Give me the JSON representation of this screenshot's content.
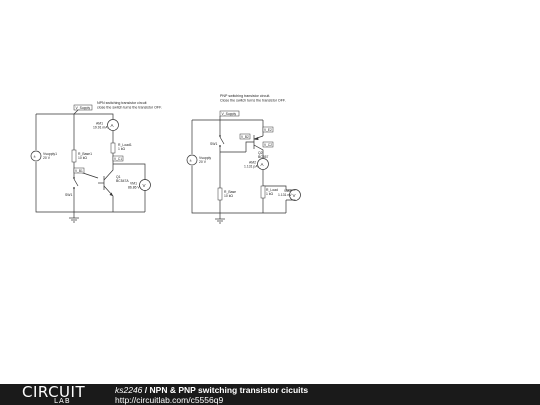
{
  "npn": {
    "title_line1": "NPN switching transistor circuit",
    "title_line2": "close the switch turns the transistor OFF.",
    "vsupply_tag": "V_Supply",
    "supply_name": "Vsupply1",
    "supply_value": "20 V",
    "amm_name": "AM1",
    "amm_value": "19.91 mA",
    "rload_name": "R_Load1",
    "rload_value": "1 kΩ",
    "rbase_name": "R_Base1",
    "rbase_value": "10 kΩ",
    "node_vb": "V_B1",
    "node_vc": "V_C1",
    "q_name": "Q1",
    "q_model": "BC547A",
    "vm_name": "VM1",
    "vm_value": "86.86 V",
    "sw_name": "SW1"
  },
  "pnp": {
    "title_line1": "PNP switching transistor circuit.",
    "title_line2": "Close the switch turns the transistor OFF.",
    "vsupply_tag": "V_Supply",
    "supply_name": "Vsupply",
    "supply_value": "20 V",
    "sw_name": "SW1",
    "node_vb": "V_B2",
    "node_ve": "V_E2",
    "node_vc": "V_C2",
    "q_name": "Q2",
    "q_model": "BC557",
    "amm_name": "AM2",
    "amm_value": "1.131 pA",
    "rbase_name": "R_Base",
    "rbase_value": "10 kΩ",
    "rload_name": "R_Load",
    "rload_value": "1 kΩ",
    "vm_name": "VM2",
    "vm_value": "1.131 nV"
  },
  "footer": {
    "logo_text": "CIRCUIT",
    "logo_sub": "LAB",
    "user": "ks2246",
    "separator": "/",
    "title": "NPN & PNP switching transistor cicuits",
    "url": "http://circuitlab.com/c5556q9"
  }
}
